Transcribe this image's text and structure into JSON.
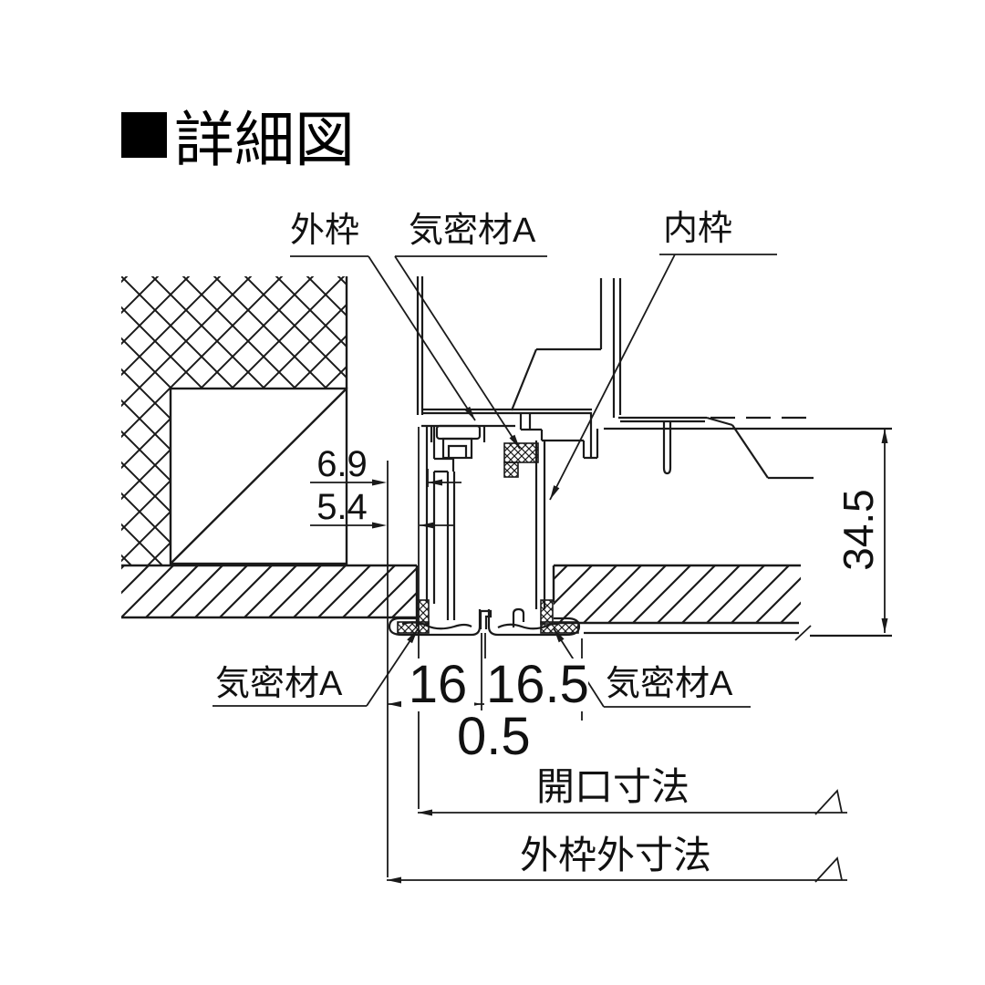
{
  "title": {
    "bullet": "■",
    "text": "詳細図"
  },
  "labels": {
    "outer_frame": "外枠",
    "airtight_top": "気密材A",
    "inner_frame": "内枠",
    "airtight_bottom_left": "気密材A",
    "airtight_bottom_right": "気密材A"
  },
  "dimensions": {
    "d69": "6.9",
    "d54": "5.4",
    "d345": "34.5",
    "d16": "16",
    "d165": "16.5",
    "d05": "0.5",
    "opening": "開口寸法",
    "outer_frame_outer": "外枠外寸法"
  },
  "colors": {
    "line": "#1a1a1a",
    "background": "#ffffff",
    "title_square": "#000000"
  }
}
